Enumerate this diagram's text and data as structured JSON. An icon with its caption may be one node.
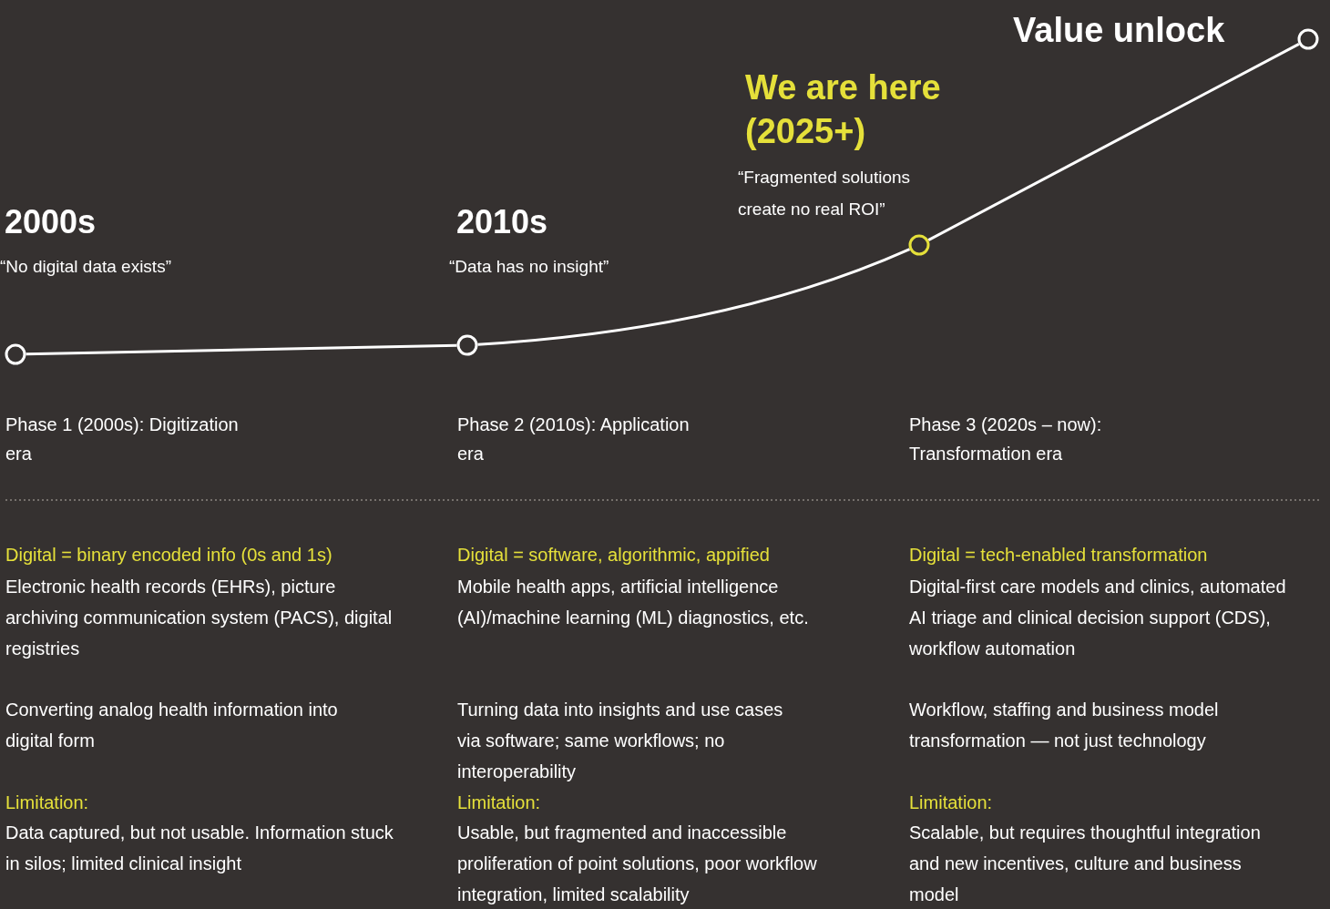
{
  "diagram": {
    "nodes": [
      {
        "text": [],
        "shape": "circle",
        "beside": [
          "2000s",
          "“No digital data exists”"
        ]
      },
      {
        "text": [],
        "shape": "circle",
        "beside": [
          "2010s",
          "“Data has no insight”"
        ]
      },
      {
        "text": [],
        "shape": "circle",
        "beside": [
          "We are here (2025+)",
          "“Fragmented solutions create no real ROI”"
        ]
      },
      {
        "text": [],
        "shape": "circle",
        "beside": [
          "Value unlock"
        ]
      }
    ],
    "edges": [
      {
        "from": 0,
        "to": 1,
        "arrow": "none"
      },
      {
        "from": 1,
        "to": 2,
        "arrow": "none"
      },
      {
        "from": 2,
        "to": 3,
        "arrow": "none"
      }
    ],
    "labels": [
      "Phase 1 (2000s): Digitization era",
      "Phase 2 (2010s): Application era",
      "Phase 3 (2020s – now): Transformation era",
      "Digital = binary encoded info (0s and 1s)",
      "Digital = software, algorithmic, appified",
      "Digital = tech-enabled transformation",
      "Electronic health records (EHRs), picture archiving communication system (PACS), digital registries",
      "Mobile health apps, artificial intelligence (AI)/machine learning (ML) diagnostics, etc.",
      "Digital-first care models and clinics, automated AI triage and clinical decision support (CDS), workflow automation",
      "Converting analog health information into digital form",
      "Turning data into insights and use cases via software; same workflows; no interoperability",
      "Workflow, staffing and business model transformation — not just technology",
      "Limitation:",
      "Limitation:",
      "Limitation:",
      "Data captured, but not usable. Information stuck in silos; limited clinical insight",
      "Usable, but fragmented and inaccessible proliferation of point solutions, poor workflow integration, limited scalability",
      "Scalable, but requires thoughtful integration and new incentives, culture and business model"
    ]
  }
}
